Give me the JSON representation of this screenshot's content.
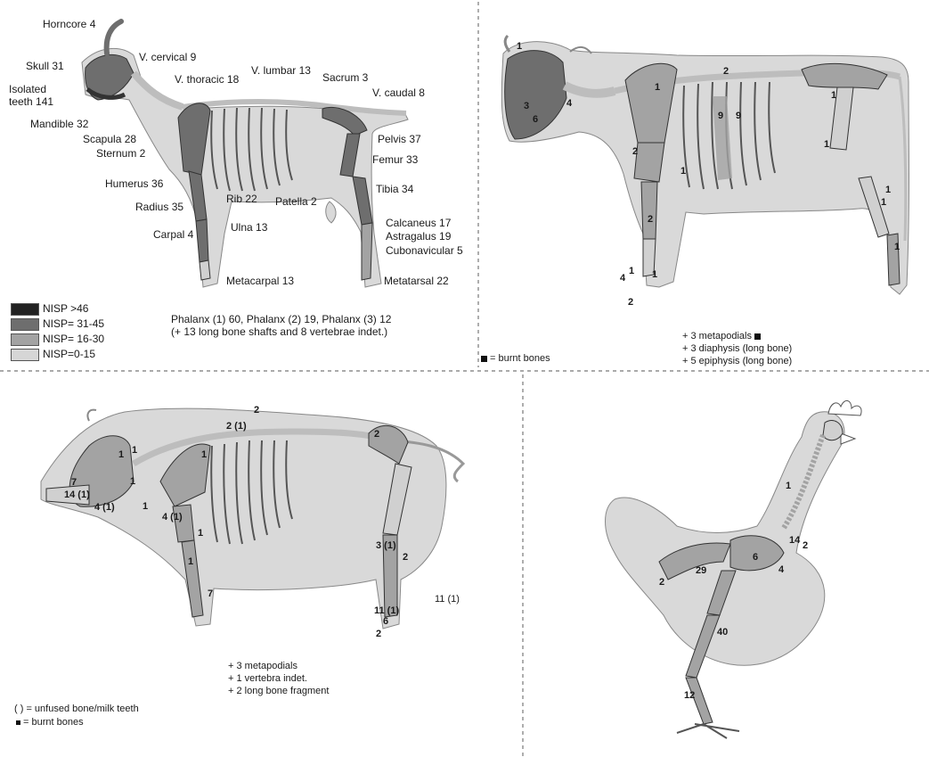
{
  "legend": [
    {
      "label": "NISP >46",
      "color": "#222222"
    },
    {
      "label": "NISP= 31-45",
      "color": "#6e6e6e"
    },
    {
      "label": "NISP= 16-30",
      "color": "#a3a3a3"
    },
    {
      "label": "NISP=0-15",
      "color": "#d6d6d6"
    }
  ],
  "goat": {
    "labels": {
      "horncore": "Horncore 4",
      "skull": "Skull 31",
      "isolated_teeth_1": "Isolated",
      "isolated_teeth_2": "teeth 141",
      "mandible": "Mandible 32",
      "scapula": "Scapula 28",
      "sternum": "Sternum 2",
      "humerus": "Humerus 36",
      "radius": "Radius 35",
      "carpal": "Carpal 4",
      "v_cervical": "V. cervical 9",
      "v_thoracic": "V. thoracic 18",
      "v_lumbar": "V. lumbar 13",
      "sacrum": "Sacrum 3",
      "v_caudal": "V. caudal 8",
      "pelvis": "Pelvis 37",
      "femur": "Femur 33",
      "tibia": "Tibia 34",
      "rib": "Rib 22",
      "patella": "Patella 2",
      "ulna": "Ulna 13",
      "calcaneus": "Calcaneus 17",
      "astragalus": "Astragalus 19",
      "cubonavicular": "Cubonavicular 5",
      "metacarpal": "Metacarpal 13",
      "metatarsal": "Metatarsal 22"
    },
    "notes": {
      "line1": "Phalanx (1) 60, Phalanx (2) 19, Phalanx (3) 12",
      "line2": "(+ 13 long bone shafts and  8 vertebrae indet.)"
    }
  },
  "cattle": {
    "numbers": [
      "1",
      "3",
      "6",
      "4",
      "2",
      "1",
      "9",
      "9",
      "1",
      "1",
      "2",
      "1",
      "2",
      "1",
      "1",
      "4",
      "1",
      "1",
      "2",
      "1"
    ],
    "burnt_legend": "= burnt bones",
    "notes": {
      "line1": "+ 3 metapodials",
      "line2": "+ 3 diaphysis (long bone)",
      "line3": "+ 5 epiphysis (long bone)"
    }
  },
  "pig": {
    "numbers": [
      "2",
      "2 (1)",
      "2",
      "1",
      "1",
      "1",
      "1",
      "7",
      "14 (1)",
      "4 (1)",
      "1",
      "4 (1)",
      "1",
      "1",
      "7",
      "3 (1)",
      "2",
      "11 (1)",
      "6",
      "2",
      "11 (1)"
    ],
    "notes": {
      "line1": "+ 3 metapodials",
      "line2": "+ 1 vertebra indet.",
      "line3": "+ 2 long bone fragment"
    },
    "legend_unfused": "( ) = unfused bone/milk teeth",
    "legend_burnt": "= burnt bones"
  },
  "chicken": {
    "numbers": [
      "1",
      "14",
      "2",
      "6",
      "4",
      "29",
      "2",
      "40",
      "12"
    ]
  }
}
